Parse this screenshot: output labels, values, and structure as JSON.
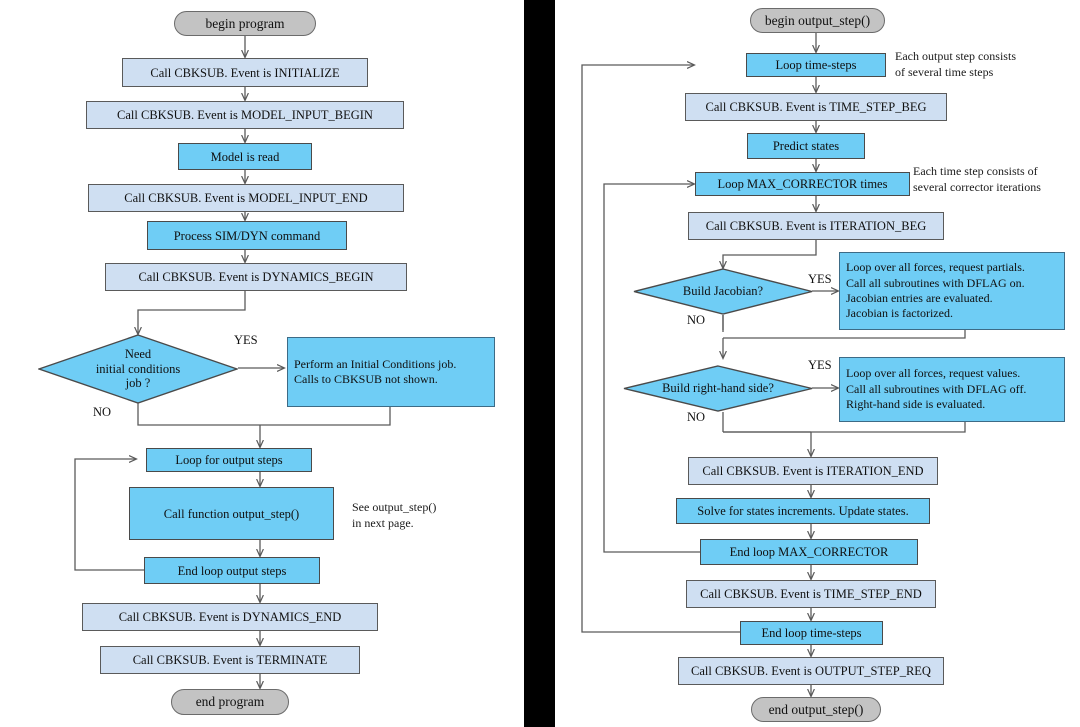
{
  "colors": {
    "process_fill": "#6FCDF5",
    "callback_fill": "#CFDFF2",
    "terminal_fill": "#C3C3C3",
    "note_fill": "#6FCDF5",
    "divider": "#000000",
    "stroke": "#4a4a4a"
  },
  "left_flowchart": {
    "title": "Main program flow",
    "nodes": {
      "begin": "begin program",
      "initialize": "Call CBKSUB. Event is INITIALIZE",
      "model_input_begin": "Call CBKSUB. Event is MODEL_INPUT_BEGIN",
      "model_is_read": "Model is read",
      "model_input_end": "Call CBKSUB. Event is MODEL_INPUT_END",
      "process_sim_dyn": "Process SIM/DYN command",
      "dynamics_begin": "Call CBKSUB. Event is DYNAMICS_BEGIN",
      "need_ic_decision": "Need\ninitial conditions\njob ?",
      "initial_conditions_job": "Perform an Initial Conditions job.\nCalls to CBKSUB not shown.",
      "loop_output_steps": "Loop for output steps",
      "call_output_step": "Call function output_step()",
      "end_loop_output_steps": "End loop  output steps",
      "dynamics_end": "Call CBKSUB. Event is DYNAMICS_END",
      "terminate": "Call CBKSUB. Event is TERMINATE",
      "end": "end program"
    },
    "edge_labels": {
      "ic_yes": "YES",
      "ic_no": "NO"
    },
    "annotations": {
      "see_output_step": "See  output_step()\nin next page."
    }
  },
  "right_flowchart": {
    "title": "output_step() flow",
    "nodes": {
      "begin": "begin output_step()",
      "loop_time_steps": "Loop  time-steps",
      "time_step_beg": "Call CBKSUB. Event is TIME_STEP_BEG",
      "predict_states": "Predict states",
      "loop_max_corrector": "Loop MAX_CORRECTOR times",
      "iteration_beg": "Call CBKSUB. Event is ITERATION_BEG",
      "build_jacobian_decision": "Build Jacobian?",
      "jacobian_note": "Loop  over all forces, request partials.\nCall all subroutines with DFLAG on.\nJacobian entries are evaluated.\nJacobian is factorized.",
      "build_rhs_decision": "Build right-hand side?",
      "rhs_note": "Loop  over all forces, request values.\nCall all subroutines with DFLAG off.\nRight-hand side is evaluated.",
      "iteration_end": "Call CBKSUB. Event is ITERATION_END",
      "solve_states": "Solve for states increments. Update states.",
      "end_loop_max_corrector": "End loop MAX_CORRECTOR",
      "time_step_end": "Call CBKSUB. Event is TIME_STEP_END",
      "end_loop_time_steps": "End loop time-steps",
      "output_step_req": "Call CBKSUB. Event is OUTPUT_STEP_REQ",
      "end": "end output_step()"
    },
    "edge_labels": {
      "jacobian_yes": "YES",
      "jacobian_no": "NO",
      "rhs_yes": "YES",
      "rhs_no": "NO"
    },
    "annotations": {
      "output_step_note": "Each output step consists\nof several time steps",
      "time_step_note": "Each time step consists of\nseveral corrector iterations"
    }
  }
}
